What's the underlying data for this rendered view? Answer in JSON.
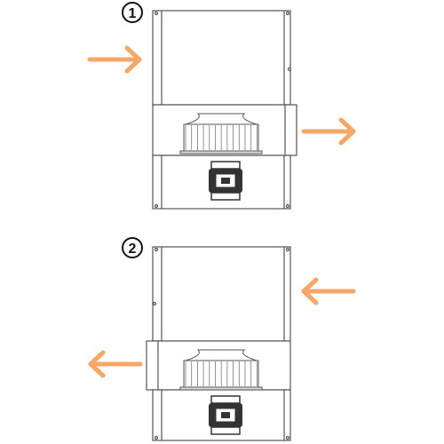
{
  "diagrams": [
    {
      "label": "1",
      "intake": "left",
      "discharge": "right"
    },
    {
      "label": "2",
      "intake": "right",
      "discharge": "left"
    }
  ],
  "colors": {
    "arrow": "#f4a766",
    "line": "#555555",
    "fill": "#ffffff",
    "motor": "#333333",
    "background": "#ffffff"
  },
  "icons": {
    "number_badge": "circled-number-icon",
    "airflow_arrow": "arrow-icon",
    "fan_wheel": "centrifugal-fan-icon",
    "motor": "motor-icon"
  }
}
